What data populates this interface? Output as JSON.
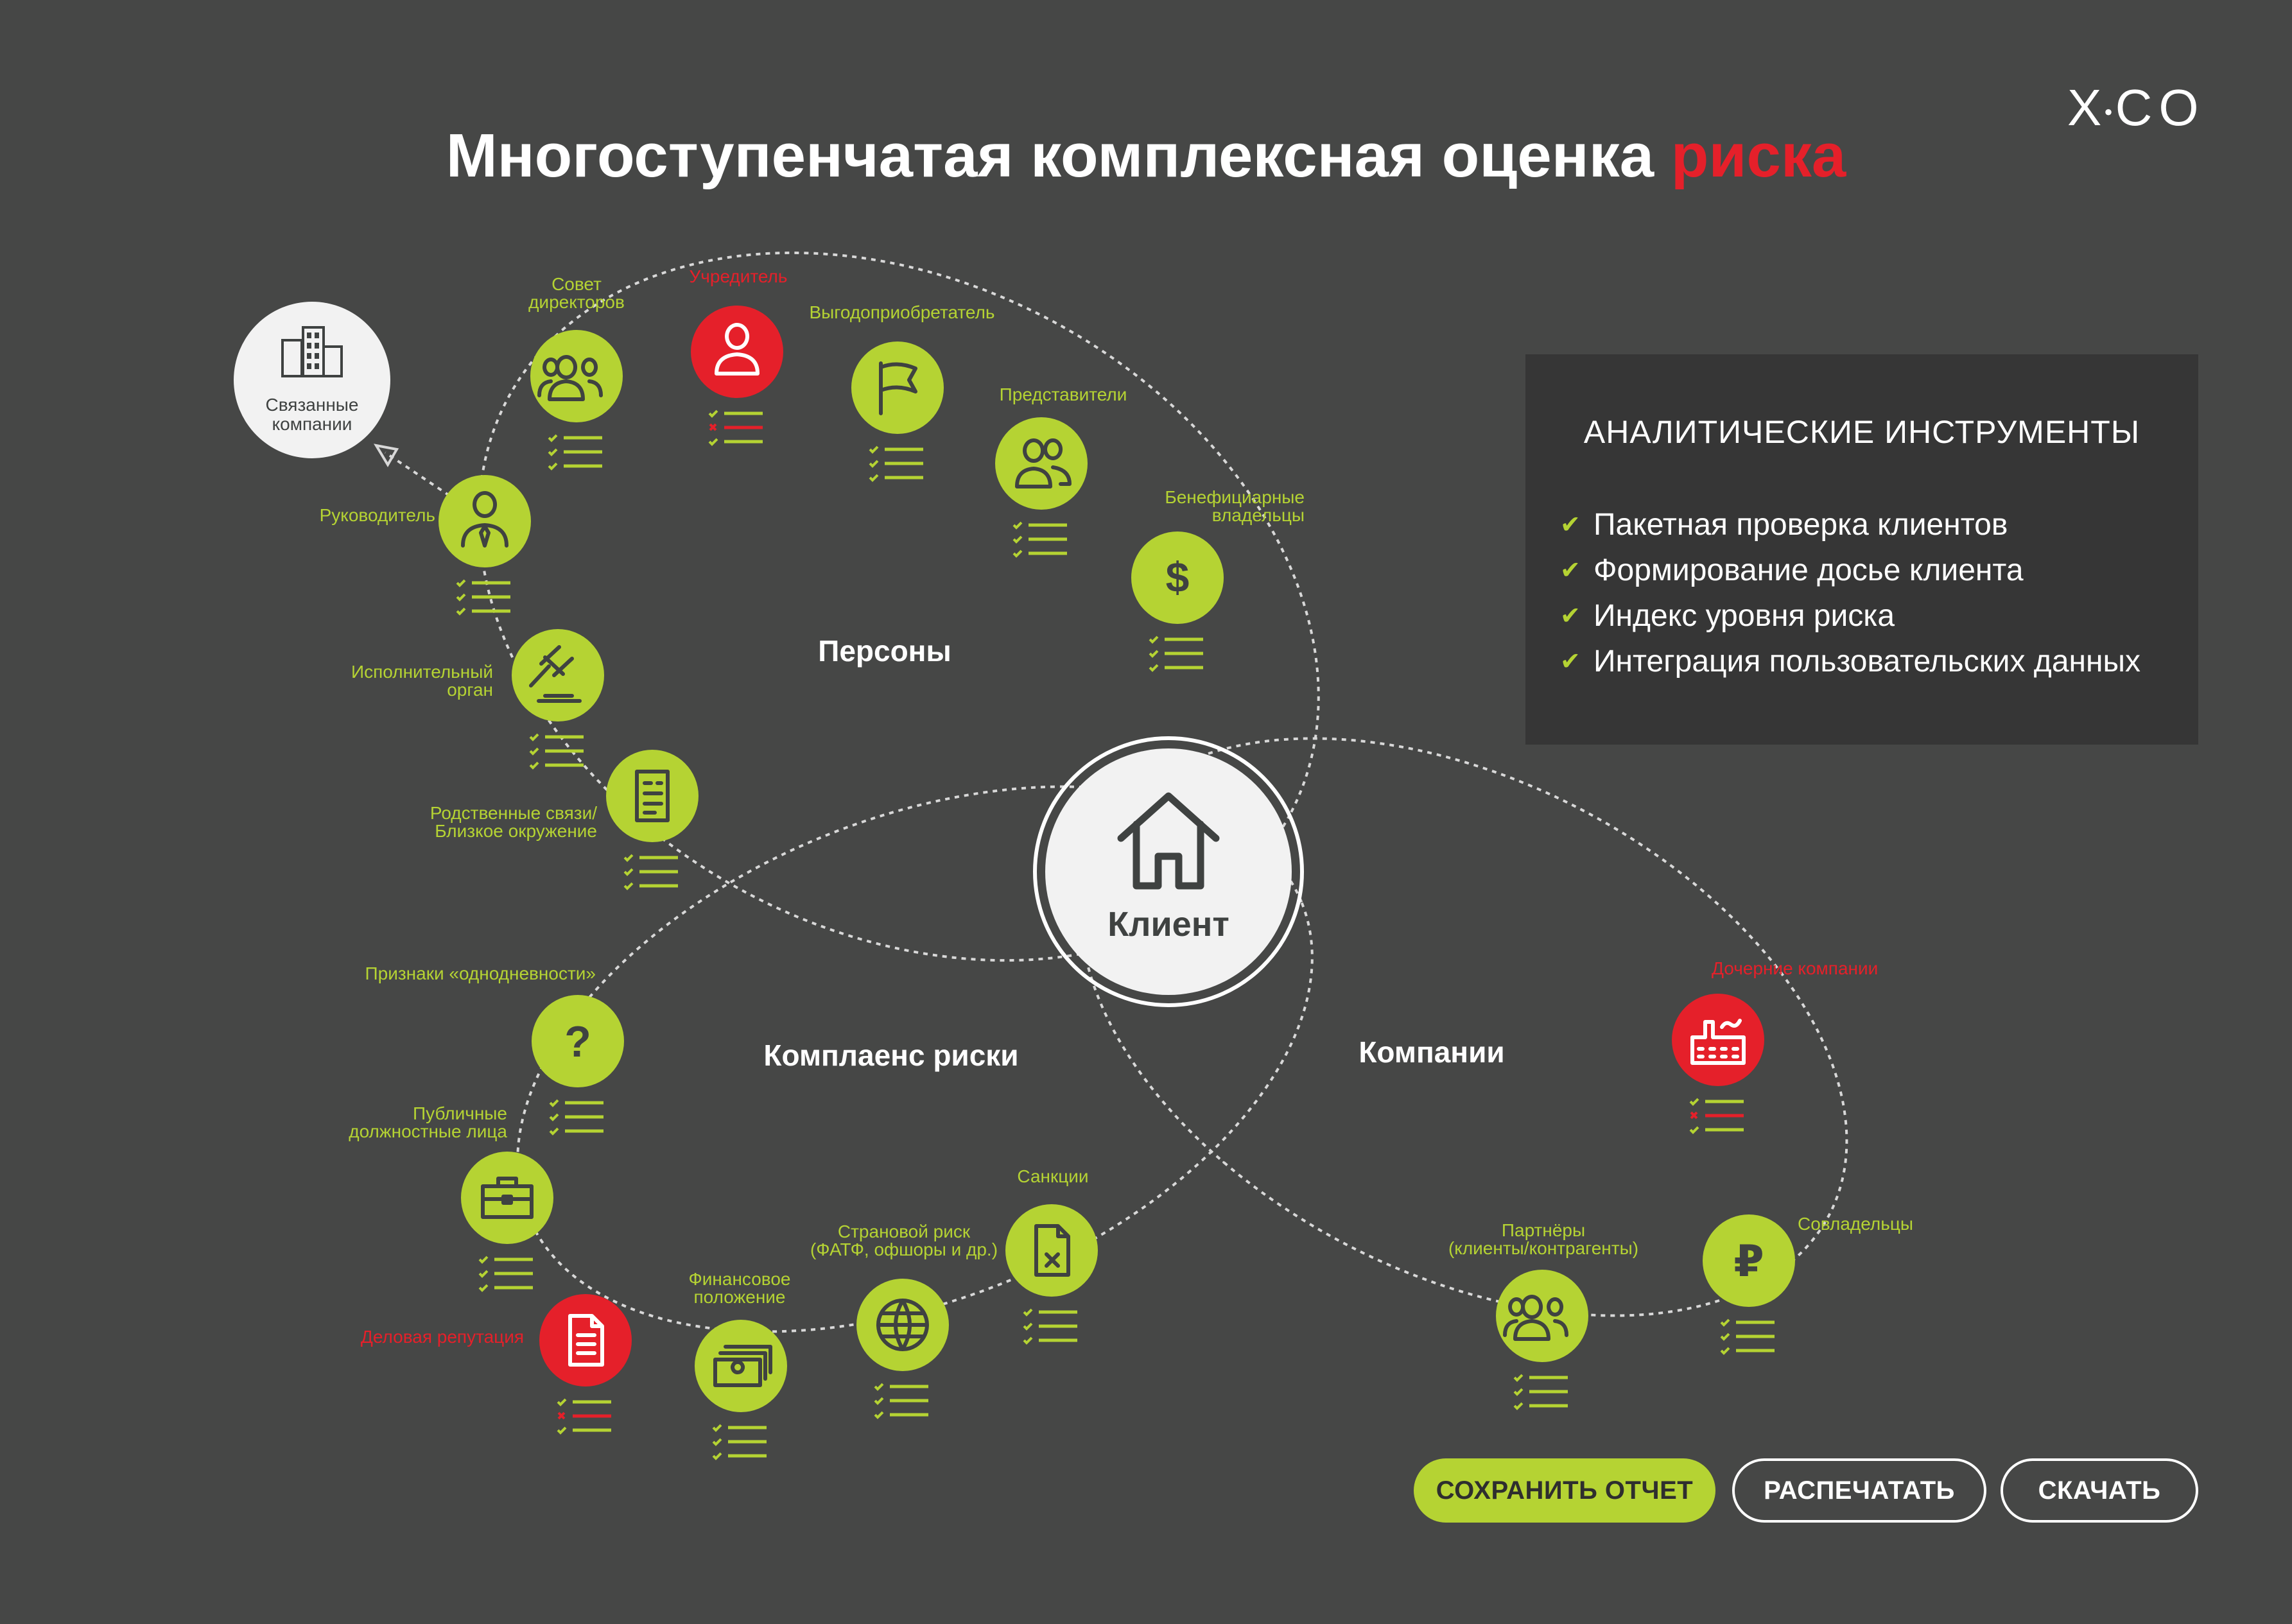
{
  "header": {
    "logo_left": "X",
    "logo_dot": "●",
    "logo_right": "CO",
    "title_main": "Многоступенчатая комплексная оценка",
    "title_accent": "риска"
  },
  "colors": {
    "background": "#464746",
    "accent_green": "#b5d333",
    "alert_red": "#e5202a",
    "panel_bg": "#363636",
    "node_icon": "#3f4241"
  },
  "panel": {
    "title": "АНАЛИТИЧЕСКИЕ ИНСТРУМЕНТЫ",
    "items": [
      "Пакетная проверка клиентов",
      "Формирование досье клиента",
      "Индекс уровня риска",
      "Интеграция пользовательских данных"
    ]
  },
  "buttons": {
    "save": "СОХРАНИТЬ ОТЧЕТ",
    "print": "РАСПЕЧАТАТЬ",
    "download": "СКАЧАТЬ"
  },
  "diagram": {
    "center_label": "Клиент",
    "center_icon": "house-icon",
    "related": {
      "label": [
        "Связанные",
        "компании"
      ],
      "icon": "building-icon"
    },
    "groups": {
      "persons": "Персоны",
      "compliance": "Комплаенс риски",
      "companies": "Компании"
    },
    "nodes": [
      {
        "id": "board",
        "label": [
          "Совет",
          "директоров"
        ],
        "icon": "group-icon",
        "status": "ok"
      },
      {
        "id": "founder",
        "label": [
          "Учредитель"
        ],
        "icon": "person-icon",
        "status": "alert"
      },
      {
        "id": "beneficiary",
        "label": [
          "Выгодоприобретатель"
        ],
        "icon": "flag-icon",
        "status": "ok"
      },
      {
        "id": "representatives",
        "label": [
          "Представители"
        ],
        "icon": "two-people-icon",
        "status": "ok"
      },
      {
        "id": "owners",
        "label": [
          "Бенефициарные",
          "владельцы"
        ],
        "icon": "dollar-icon",
        "status": "ok"
      },
      {
        "id": "head",
        "label": [
          "Руководитель"
        ],
        "icon": "businessman-icon",
        "status": "ok"
      },
      {
        "id": "executive",
        "label": [
          "Исполнительный",
          "орган"
        ],
        "icon": "gavel-icon",
        "status": "ok"
      },
      {
        "id": "relatives",
        "label": [
          "Родственные связи/",
          "Близкое окружение"
        ],
        "icon": "document-list-icon",
        "status": "ok"
      },
      {
        "id": "oneday",
        "label": [
          "Признаки «однодневности»"
        ],
        "icon": "question-icon",
        "status": "ok"
      },
      {
        "id": "pep",
        "label": [
          "Публичные",
          "должностные лица"
        ],
        "icon": "briefcase-icon",
        "status": "ok"
      },
      {
        "id": "reputation",
        "label": [
          "Деловая репутация"
        ],
        "icon": "document-icon",
        "status": "alert"
      },
      {
        "id": "finance",
        "label": [
          "Финансовое",
          "положение"
        ],
        "icon": "banknotes-icon",
        "status": "ok"
      },
      {
        "id": "country",
        "label": [
          "Страновой риск",
          "(ФАТФ, офшоры и др.)"
        ],
        "icon": "globe-icon",
        "status": "ok"
      },
      {
        "id": "sanctions",
        "label": [
          "Санкции"
        ],
        "icon": "file-cross-icon",
        "status": "ok"
      },
      {
        "id": "subsidiaries",
        "label": [
          "Дочерние компании"
        ],
        "icon": "factory-icon",
        "status": "alert"
      },
      {
        "id": "partners",
        "label": [
          "Партнёры",
          "(клиенты/контрагенты)"
        ],
        "icon": "group-icon",
        "status": "ok"
      },
      {
        "id": "coowners",
        "label": [
          "Совладельцы"
        ],
        "icon": "ruble-icon",
        "status": "ok"
      }
    ]
  }
}
